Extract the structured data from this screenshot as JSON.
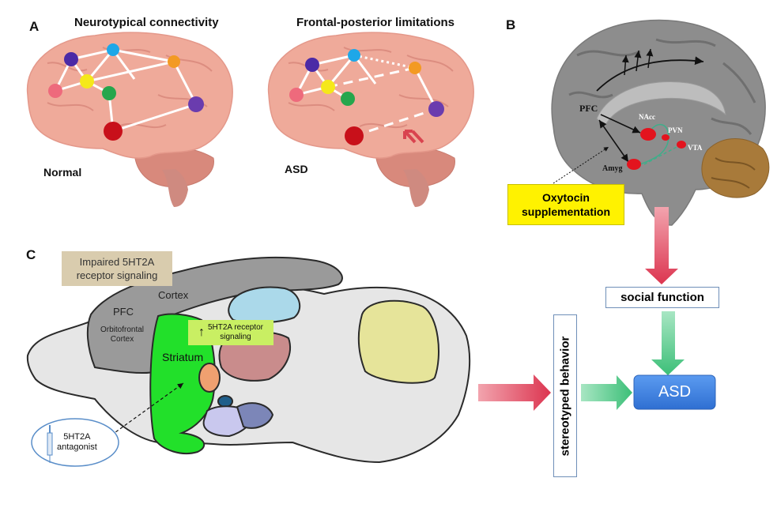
{
  "panels": {
    "a_letter": "A",
    "b_letter": "B",
    "c_letter": "C"
  },
  "panel_a": {
    "left_title": "Neurotypical connectivity",
    "right_title": "Frontal-posterior limitations",
    "left_label": "Normal",
    "right_label": "ASD"
  },
  "panel_b": {
    "pfc": "PFC",
    "nacc": "NAcc",
    "pvn": "PVN",
    "vta": "VTA",
    "amyg": "Amyg",
    "oxytocin_line1": "Oxytocin",
    "oxytocin_line2": "supplementation"
  },
  "panel_c": {
    "impaired_line1": "Impaired 5HT2A",
    "impaired_line2": "receptor signaling",
    "cortex": "Cortex",
    "pfc": "PFC",
    "orbito_line1": "Orbitofrontal",
    "orbito_line2": "Cortex",
    "receptor_line1": "5HT2A receptor",
    "receptor_line2": "signaling",
    "striatum": "Striatum",
    "antagonist_line1": "5HT2A",
    "antagonist_line2": "antagonist"
  },
  "flow": {
    "social_function": "social function",
    "stereotyped_behavior": "stereotyped behavior",
    "asd": "ASD"
  },
  "colors": {
    "brain_pink": "#efaa9a",
    "node_purple": "#4b2aa6",
    "node_blue": "#1ea7e8",
    "node_orange": "#f39a23",
    "node_pink": "#ee6a7c",
    "node_yellow": "#f5e81a",
    "node_green": "#26a64c",
    "node_violet": "#6a3cae",
    "node_red": "#c8101a",
    "oxytocin_yellow": "#fff200",
    "striatum_green": "#22e02a",
    "asd_blue": "#3c7fe0",
    "arrow_red": "#e0455a",
    "arrow_green": "#5cc98c"
  }
}
